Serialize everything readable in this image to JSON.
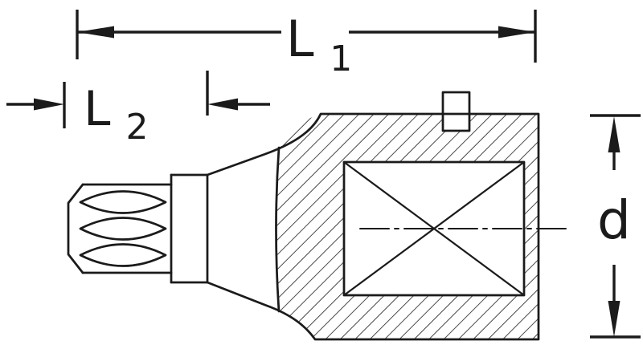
{
  "diagram": {
    "kind": "technical-dimension-drawing",
    "colors": {
      "line": "#1b1b1b",
      "background": "#ffffff"
    },
    "dimension_labels": [
      {
        "id": "L1",
        "main": "L",
        "sub": "1"
      },
      {
        "id": "L2",
        "main": "L",
        "sub": "2"
      },
      {
        "id": "d",
        "main": "d",
        "sub": ""
      }
    ]
  }
}
